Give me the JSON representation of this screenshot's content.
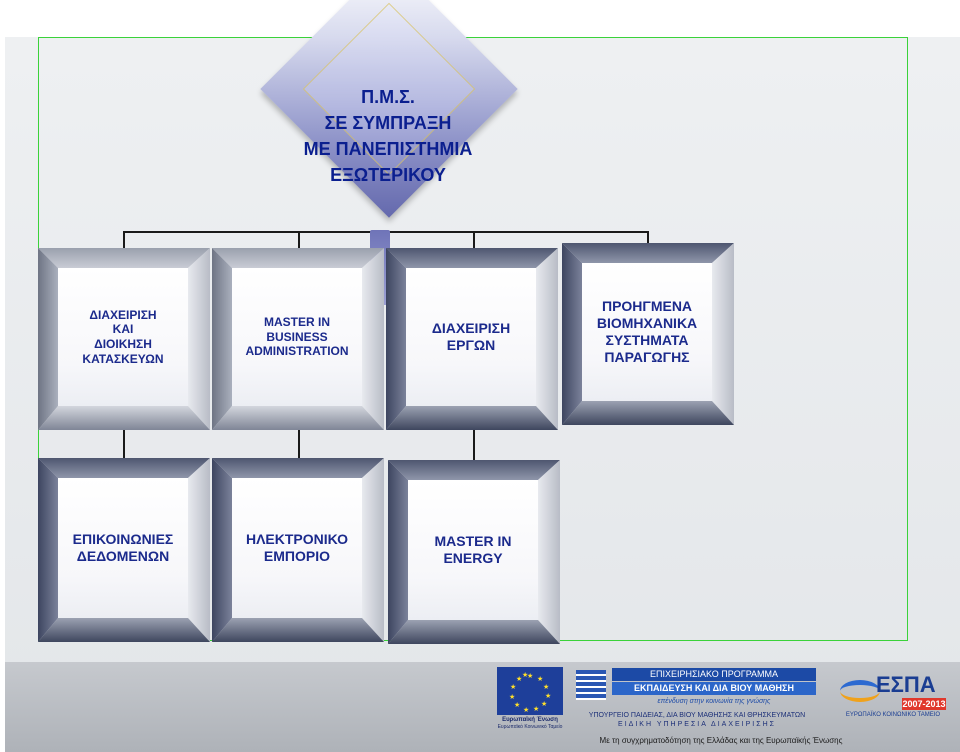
{
  "diagram": {
    "root": {
      "lines": [
        "Π.Μ.Σ.",
        "ΣΕ ΣΥΜΠΡΑΞΗ",
        "ΜΕ ΠΑΝΕΠΙΣΤΗΜΙΑ",
        "ΕΞΩΤΕΡΙΚΟΥ"
      ]
    },
    "row1": [
      {
        "lines": [
          "ΔΙΑΧΕΙΡΙΣΗ",
          "ΚΑΙ",
          "ΔΙΟΙΚΗΣΗ",
          "ΚΑΤΑΣΚΕΥΩΝ"
        ]
      },
      {
        "lines": [
          "MASTER IN",
          "BUSINESS",
          "ADMINISTRATION"
        ]
      },
      {
        "lines": [
          "ΔΙΑΧΕΙΡΙΣΗ",
          "ΕΡΓΩΝ"
        ]
      },
      {
        "lines": [
          "ΠΡΟΗΓΜΕΝΑ",
          "ΒΙΟΜΗΧΑΝΙΚΑ",
          "ΣΥΣΤΗΜΑΤΑ",
          "ΠΑΡΑΓΩΓΗΣ"
        ]
      }
    ],
    "row2": [
      {
        "lines": [
          "ΕΠΙΚΟΙΝΩΝΙΕΣ",
          "ΔΕΔΟΜΕΝΩΝ"
        ]
      },
      {
        "lines": [
          "ΗΛΕΚΤΡΟΝΙΚΟ",
          "ΕΜΠΟΡΙΟ"
        ]
      },
      {
        "lines": [
          "MASTER IN",
          "ENERGY"
        ]
      }
    ]
  },
  "footer": {
    "eu_label": "Ευρωπαϊκή Ένωση",
    "eu_sub": "Ευρωπαϊκό Κοινωνικό Ταμείο",
    "program_line1": "ΕΠΙΧΕΙΡΗΣΙΑΚΟ ΠΡΟΓΡΑΜΜΑ",
    "program_line2": "ΕΚΠΑΙΔΕΥΣΗ ΚΑΙ ΔΙΑ ΒΙΟΥ ΜΑΘΗΣΗ",
    "program_line3": "επένδυση στην κοινωνία της γνώσης",
    "ministry": "ΥΠΟΥΡΓΕΙΟ ΠΑΙΔΕΙΑΣ, ΔΙΑ ΒΙΟΥ ΜΑΘΗΣΗΣ ΚΑΙ ΘΡΗΣΚΕΥΜΑΤΩΝ",
    "agency": "ΕΙΔΙΚΗ ΥΠΗΡΕΣΙΑ ΔΙΑΧΕΙΡΙΣΗΣ",
    "espa_name": "ΕΣΠΑ",
    "espa_years": "2007-2013",
    "espa_sub": "ΕΥΡΩΠΑΪΚΟ ΚΟΙΝΩΝΙΚΟ ΤΑΜΕΙΟ",
    "cofund": "Με τη συγχρηματοδότηση της Ελλάδας και της Ευρωπαϊκής Ένωσης"
  },
  "colors": {
    "text": "#1b2a8c",
    "root_text": "#0b1f8f",
    "frame": "#3ad23a"
  }
}
